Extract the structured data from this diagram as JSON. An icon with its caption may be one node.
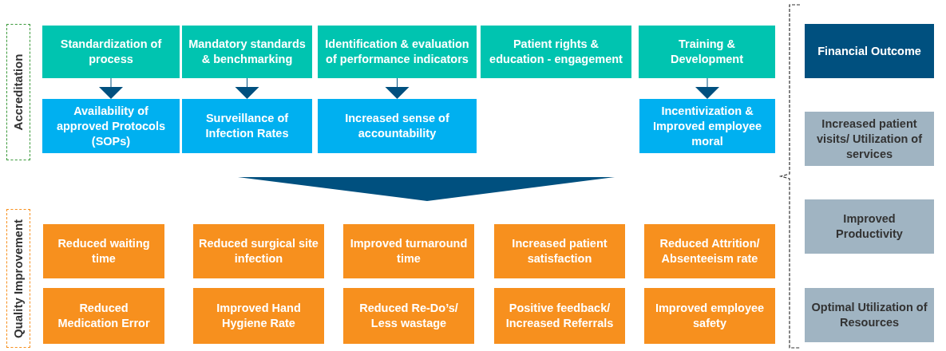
{
  "diagram": {
    "nodes": [
      {
        "text": [
          "Accreditation"
        ]
      },
      {
        "text": [
          "Quality Improvement"
        ]
      },
      {
        "text": [
          "Standardization of process"
        ]
      },
      {
        "text": [
          "Mandatory standards & benchmarking"
        ]
      },
      {
        "text": [
          "Identification & evaluation of performance indicators"
        ]
      },
      {
        "text": [
          "Patient rights & education - engagement"
        ]
      },
      {
        "text": [
          "Training & Development"
        ]
      },
      {
        "text": [
          "Availability of approved Protocols (SOPs)"
        ]
      },
      {
        "text": [
          "Surveillance of Infection Rates"
        ]
      },
      {
        "text": [
          "Increased sense of accountability"
        ]
      },
      {
        "text": [
          "Incentivization & Improved employee moral"
        ]
      },
      {
        "text": [
          "Reduced waiting time"
        ]
      },
      {
        "text": [
          "Reduced surgical site infection"
        ]
      },
      {
        "text": [
          "Improved turnaround time"
        ]
      },
      {
        "text": [
          "Increased patient satisfaction"
        ]
      },
      {
        "text": [
          "Reduced Attrition/ Absenteeism rate"
        ]
      },
      {
        "text": [
          "Reduced Medication Error"
        ]
      },
      {
        "text": [
          "Improved Hand Hygiene Rate"
        ]
      },
      {
        "text": [
          "Reduced Re-Do’s/ Less wastage"
        ]
      },
      {
        "text": [
          "Positive feedback/ Increased Referrals"
        ]
      },
      {
        "text": [
          "Improved employee safety"
        ]
      },
      {
        "text": [
          "Financial Outcome"
        ]
      },
      {
        "text": [
          "Increased patient visits/ Utilization of services"
        ]
      },
      {
        "text": [
          "Improved Productivity"
        ]
      },
      {
        "text": [
          "Optimal Utilization of Resources"
        ]
      }
    ],
    "edges": [
      {
        "from": 2,
        "to": 7,
        "arrow": "to"
      },
      {
        "from": 3,
        "to": 8,
        "arrow": "to"
      },
      {
        "from": 4,
        "to": 9,
        "arrow": "to"
      },
      {
        "from": 6,
        "to": 10,
        "arrow": "to"
      }
    ]
  }
}
